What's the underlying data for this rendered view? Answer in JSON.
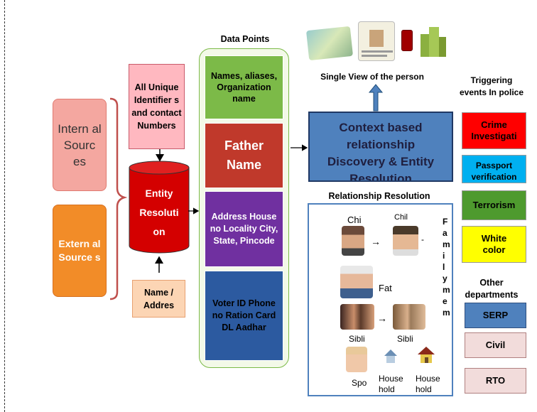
{
  "sources": {
    "internal": "Intern al Sourc es",
    "external": "Extern al Source s"
  },
  "identifiers": "All Unique Identifier s and contact Numbers",
  "entity_resolution": {
    "line1": "Entity",
    "line2": "Resoluti",
    "line3": "on"
  },
  "name_address": "Name / Addres",
  "data_points": {
    "title": "Data Points",
    "items": [
      "Names, aliases, Organization name",
      "Father Name",
      "Address House no Locality City, State, Pincode",
      "Voter ID Phone no Ration Card DL Aadhar"
    ]
  },
  "single_view": "Single View  of the person",
  "context": "Context based relationship Discovery & Entity Resolution",
  "relationship": {
    "title": "Relationship Resolution",
    "labels": {
      "chi1": "Chi",
      "chil2": "Chil",
      "dash": "-",
      "fat": "Fat",
      "sibli1": "Sibli",
      "sibli2": "Sibli",
      "spo": "Spo",
      "house1": "House hold",
      "house2": "House hold"
    },
    "family_vertical": "F a m i l y m e m"
  },
  "triggering": {
    "title": "Triggering events In police",
    "items": [
      {
        "label": "Crime Investigati",
        "color": "#FF0000"
      },
      {
        "label": "Passport verification",
        "color": "#00B0F0"
      },
      {
        "label": "Terrorism",
        "color": "#4E9A2E"
      },
      {
        "label": "White color",
        "color": "#FFFF00"
      }
    ]
  },
  "other": {
    "title": "Other departments",
    "items": [
      {
        "label": "SERP",
        "color": "#4F81BD"
      },
      {
        "label": "Civil",
        "color": "#F2DCDB"
      },
      {
        "label": "RTO",
        "color": "#F2DCDB"
      }
    ]
  },
  "colors": {
    "internal_fill": "#F4A7A0",
    "external_fill": "#F28C28",
    "identifiers_fill": "#FFB8C0",
    "cylinder_fill": "#D40000",
    "name_address_fill": "#FCD5B4",
    "dp_names": "#7CBA48",
    "dp_father": "#C0392B",
    "dp_address": "#7030A0",
    "dp_ids": "#2C5AA0",
    "context_fill": "#4F81BD"
  }
}
